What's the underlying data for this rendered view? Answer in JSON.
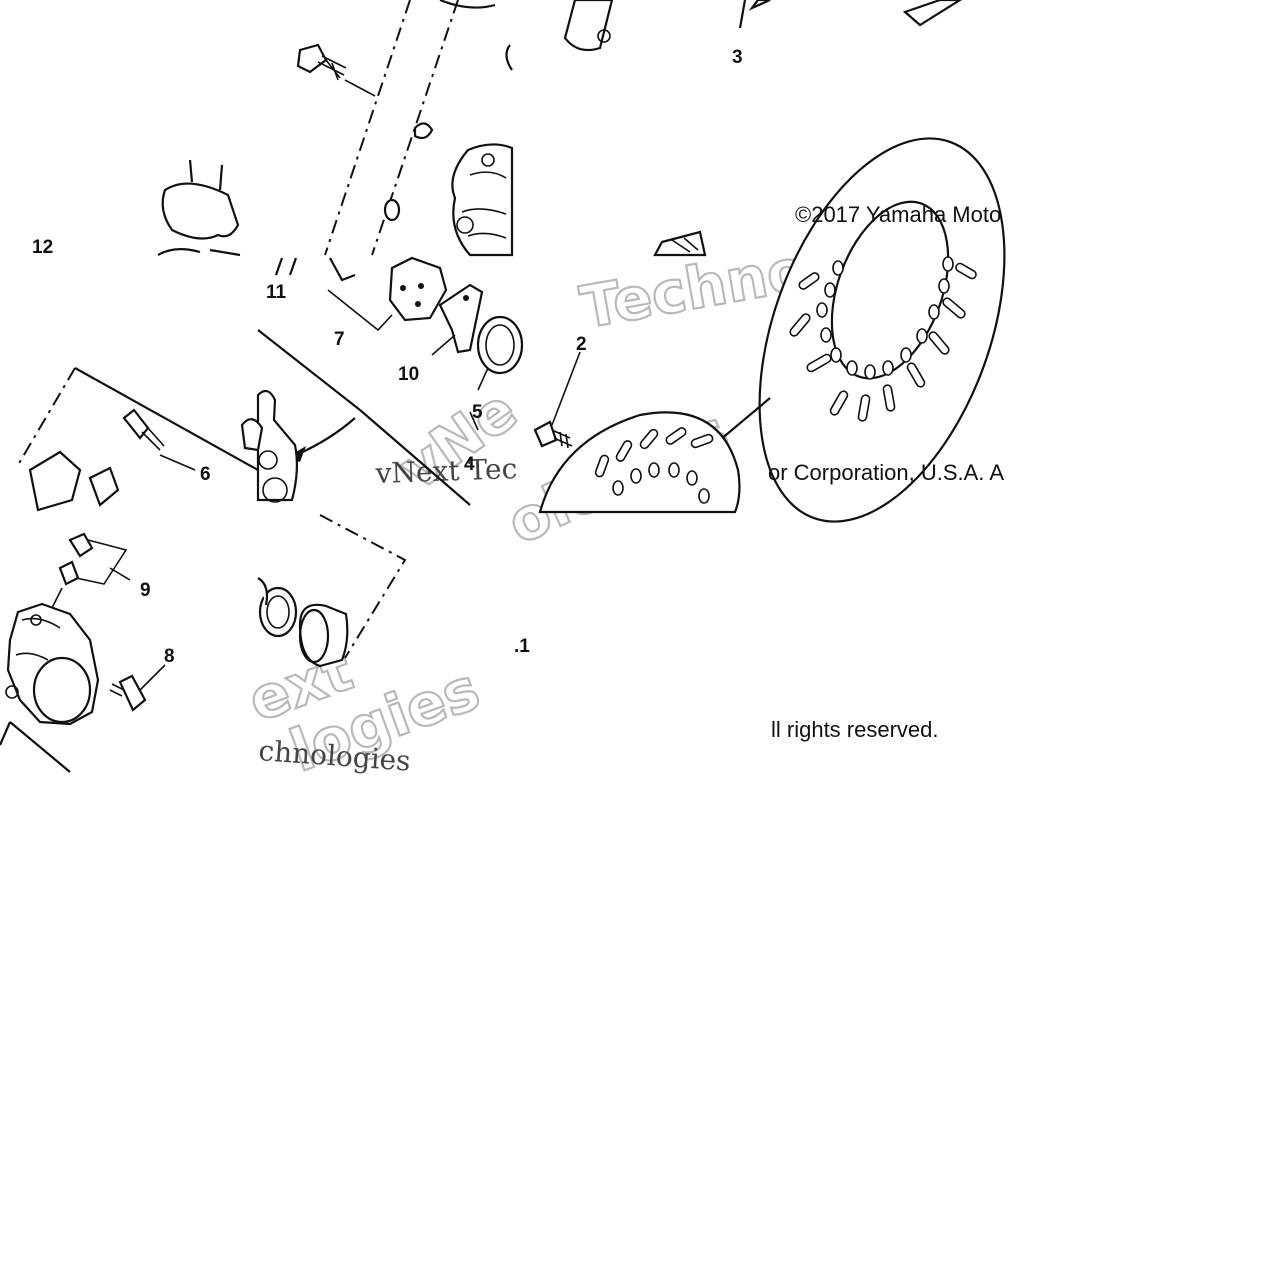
{
  "copyright": {
    "line_1": "©2017 Yamaha Moto",
    "line_2": "or Corporation, U.S.A. A",
    "line_3": "ll rights reserved."
  },
  "watermarks": {
    "w1": "Techno",
    "w2": "vNe",
    "w3": "vNext Tec",
    "w4": "ologies",
    "w5": "ext",
    "w6": "logies",
    "w7": "chnologies"
  },
  "callouts": {
    "c1": ".1",
    "c2": "2",
    "c3": "3",
    "c4": "4",
    "c5": "5",
    "c6": "6",
    "c7": "7",
    "c8": "8",
    "c9": "9",
    "c10": "10",
    "c11": "11",
    "c12": "12"
  },
  "colors": {
    "line": "#111111",
    "background": "#ffffff",
    "watermark_outline": "#b9b9b9"
  }
}
